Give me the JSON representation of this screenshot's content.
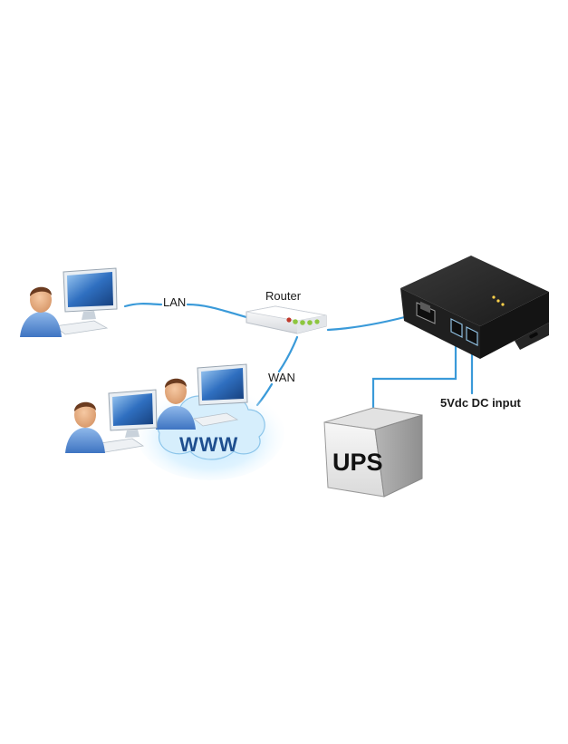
{
  "labels": {
    "lan": "LAN",
    "router": "Router",
    "wan": "WAN",
    "www": "WWW",
    "ups": "UPS",
    "dc_input": "5Vdc DC input"
  },
  "nodes": [
    {
      "id": "lan-user",
      "icon": "user-computer-icon"
    },
    {
      "id": "router",
      "icon": "router-icon"
    },
    {
      "id": "internet-cloud",
      "icon": "cloud-icon"
    },
    {
      "id": "wan-users",
      "icon": "user-computer-icon"
    },
    {
      "id": "adapter",
      "icon": "network-adapter-icon"
    },
    {
      "id": "ups",
      "icon": "ups-box-icon"
    }
  ],
  "colors": {
    "link": "#3a9ad9",
    "screen": "#2f6fc0",
    "user_shirt": "#5a8fd6",
    "device_dark": "#2b2b2b",
    "ups_face": "#ececec"
  }
}
